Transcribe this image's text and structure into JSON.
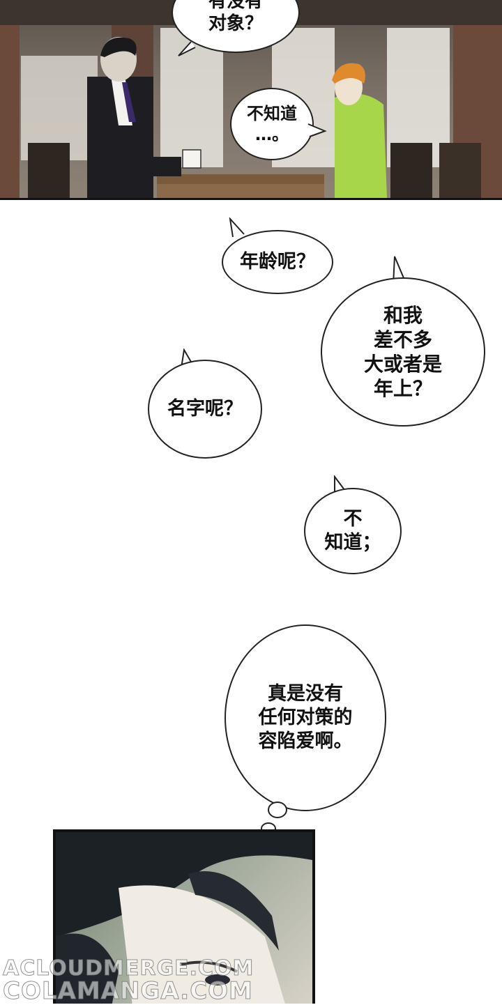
{
  "dialogue": {
    "top_partial": "有没有\n对象？",
    "unknown": "不知道\n…。",
    "age": "年龄呢？",
    "similar": "和我\n差不多\n大或者是\n年上？",
    "name": "名字呢？",
    "dont_know": "不\n知道；",
    "thought": "真是没有\n任何对策的\n容陷爱啊。"
  },
  "watermarks": {
    "line1": "ACLOUDMERGE.COM",
    "line2": "COLAMANGA.COM"
  }
}
